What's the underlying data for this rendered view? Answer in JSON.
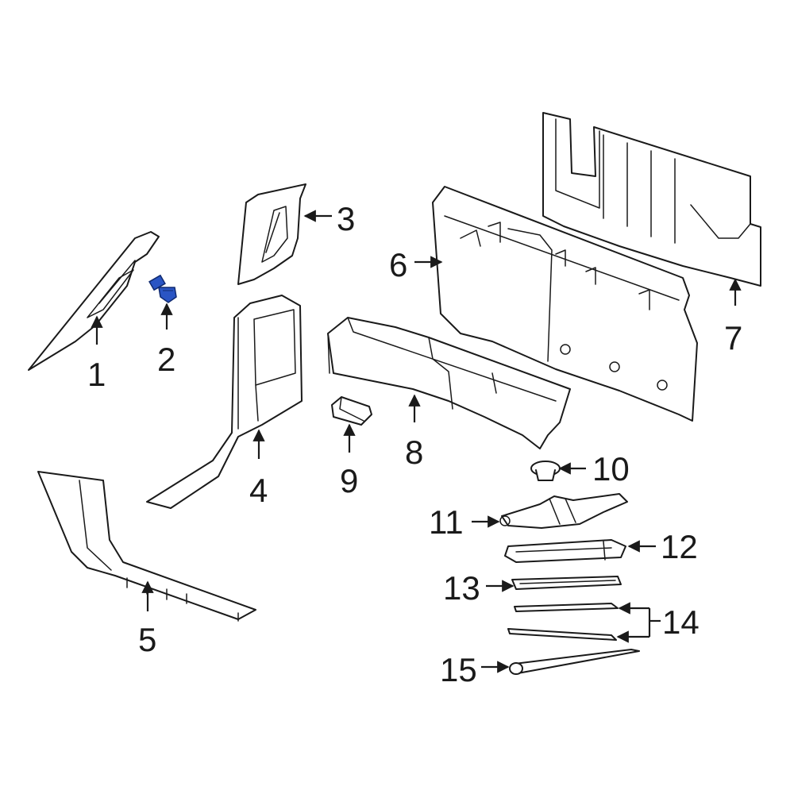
{
  "diagram": {
    "highlight_color": "#2a55c4",
    "ink_color": "#1a1a1a",
    "background": "#ffffff",
    "callouts": [
      {
        "id": "1",
        "label": "1"
      },
      {
        "id": "2",
        "label": "2"
      },
      {
        "id": "3",
        "label": "3"
      },
      {
        "id": "4",
        "label": "4"
      },
      {
        "id": "5",
        "label": "5"
      },
      {
        "id": "6",
        "label": "6"
      },
      {
        "id": "7",
        "label": "7"
      },
      {
        "id": "8",
        "label": "8"
      },
      {
        "id": "9",
        "label": "9"
      },
      {
        "id": "10",
        "label": "10"
      },
      {
        "id": "11",
        "label": "11"
      },
      {
        "id": "12",
        "label": "12"
      },
      {
        "id": "13",
        "label": "13"
      },
      {
        "id": "14",
        "label": "14"
      },
      {
        "id": "15",
        "label": "15"
      }
    ]
  }
}
